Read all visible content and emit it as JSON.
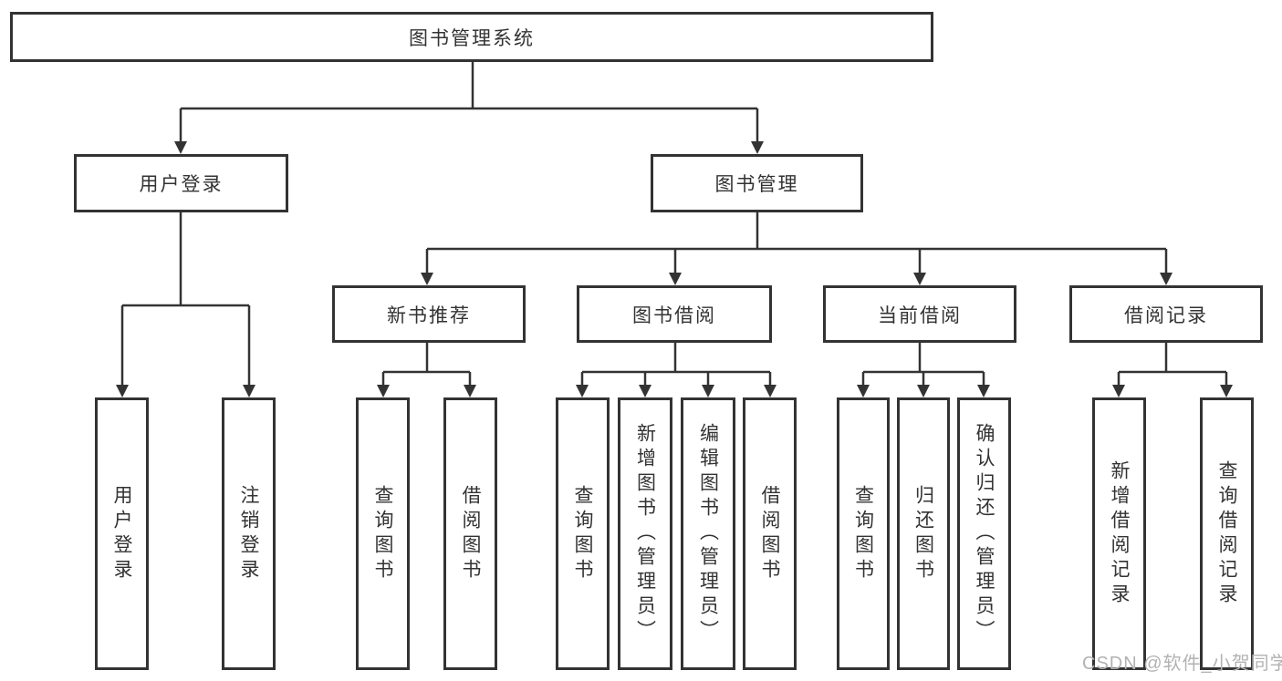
{
  "colors": {
    "line": "#333333",
    "border": "#333333",
    "text": "#333333",
    "background": "#ffffff",
    "watermark": "#b2b2b2"
  },
  "watermark": "CSDN @软件_小贺同学",
  "tree": {
    "root": {
      "label": "图书管理系统"
    },
    "level1": [
      {
        "label": "用户登录"
      },
      {
        "label": "图书管理"
      }
    ],
    "level2": [
      {
        "label": "新书推荐"
      },
      {
        "label": "图书借阅"
      },
      {
        "label": "当前借阅"
      },
      {
        "label": "借阅记录"
      }
    ],
    "leaves": {
      "user_login": [
        "用户登录",
        "注销登录"
      ],
      "recommend": [
        "查询图书",
        "借阅图书"
      ],
      "book_borrow": [
        "查询图书",
        "新增图书（管理员）",
        "编辑图书（管理员）",
        "借阅图书"
      ],
      "current_borrow": [
        "查询图书",
        "归还图书",
        "确认归还（管理员）"
      ],
      "borrow_record": [
        "新增借阅记录",
        "查询借阅记录"
      ]
    }
  }
}
